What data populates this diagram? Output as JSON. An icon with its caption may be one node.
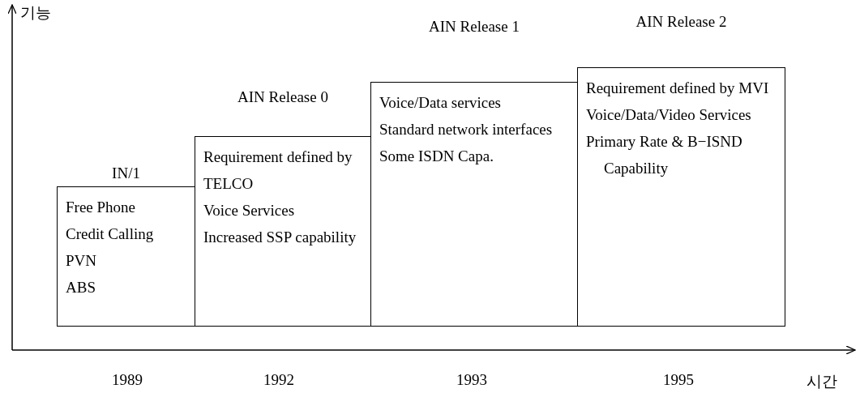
{
  "diagram": {
    "nodes": [
      {
        "text": [
          "IN/1",
          "Free Phone",
          "Credit Calling",
          "PVN",
          "ABS"
        ]
      },
      {
        "text": [
          "AIN Release 0",
          "Requirement defined by TELCO",
          "Voice Services",
          "Increased SSP capability"
        ]
      },
      {
        "text": [
          "AIN Release 1",
          "Voice/Data services",
          "Standard network interfaces",
          "Some ISDN Capa."
        ]
      },
      {
        "text": [
          "AIN Release 2",
          "Requirement defined by MVI",
          "Voice/Data/Video Services",
          "Primary Rate & B−ISND Capability"
        ]
      }
    ],
    "labels": [
      "기능",
      "1989",
      "1992",
      "1993",
      "1995",
      "시간"
    ]
  }
}
